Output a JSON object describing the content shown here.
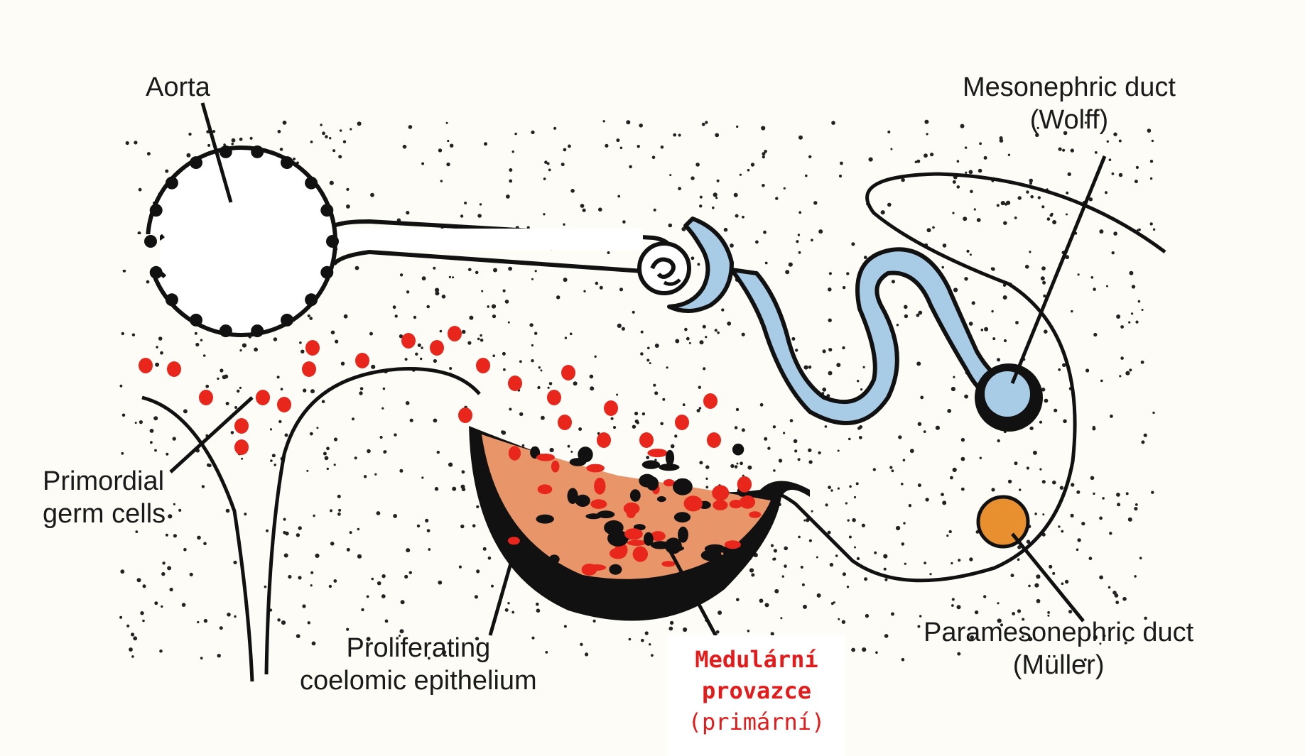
{
  "labels": {
    "aorta": "Aorta",
    "mesonephric_line1": "Mesonephric duct",
    "mesonephric_line2": "(Wolff)",
    "pgc_line1": "Primordial",
    "pgc_line2": "germ cells",
    "prolif_line1": "Proliferating",
    "prolif_line2": "coelomic epithelium",
    "para_line1": "Paramesonephric duct",
    "para_line2": "(Müller)",
    "medul_line1": "Medulární",
    "medul_line2": "provazce",
    "medul_line3": "(primární)"
  },
  "colors": {
    "outline": "#111111",
    "wolff_duct": "#a8cbe6",
    "muller_duct": "#e8902f",
    "germ_cells": "#e8261c",
    "epithelium": "#e8956a",
    "annotation": "#e51a1a"
  }
}
